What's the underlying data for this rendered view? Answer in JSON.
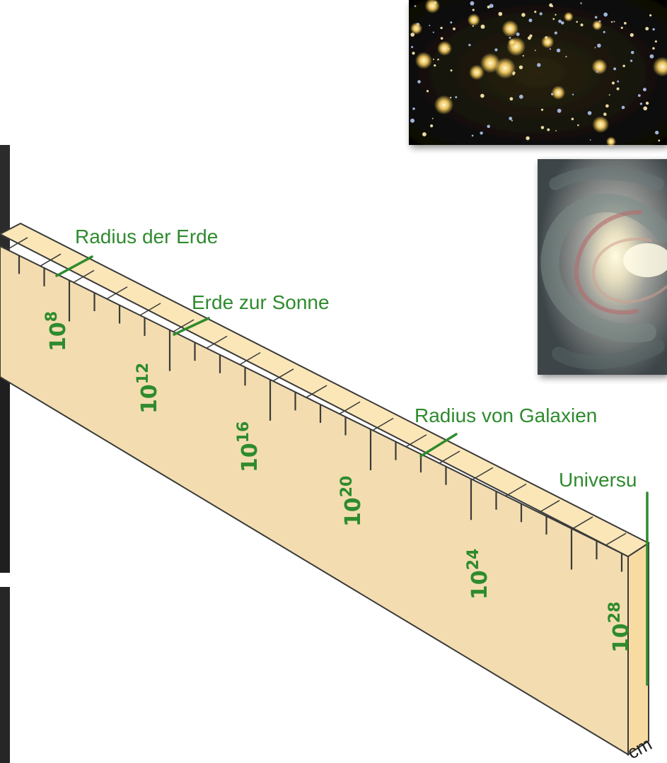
{
  "images": {
    "galaxy_cluster_photo": "galaxy-cluster-photo",
    "spiral_galaxy_photo": "spiral-galaxy-photo"
  },
  "annotations": {
    "earth_radius": "Radius der Erde",
    "earth_sun": "Erde zur Sonne",
    "galaxy_radius": "Radius von Galaxien",
    "universe": "Universu"
  },
  "ruler": {
    "ticks": [
      {
        "base": "10",
        "exp": "8"
      },
      {
        "base": "10",
        "exp": "12"
      },
      {
        "base": "10",
        "exp": "16"
      },
      {
        "base": "10",
        "exp": "20"
      },
      {
        "base": "10",
        "exp": "24"
      },
      {
        "base": "10",
        "exp": "28"
      }
    ],
    "unit": "cm"
  },
  "colors": {
    "label_green": "#2e8b2e",
    "ruler_face": "#f3ddb0",
    "ruler_top": "#fbe6b8",
    "ruler_edge": "#3a3a3a"
  }
}
